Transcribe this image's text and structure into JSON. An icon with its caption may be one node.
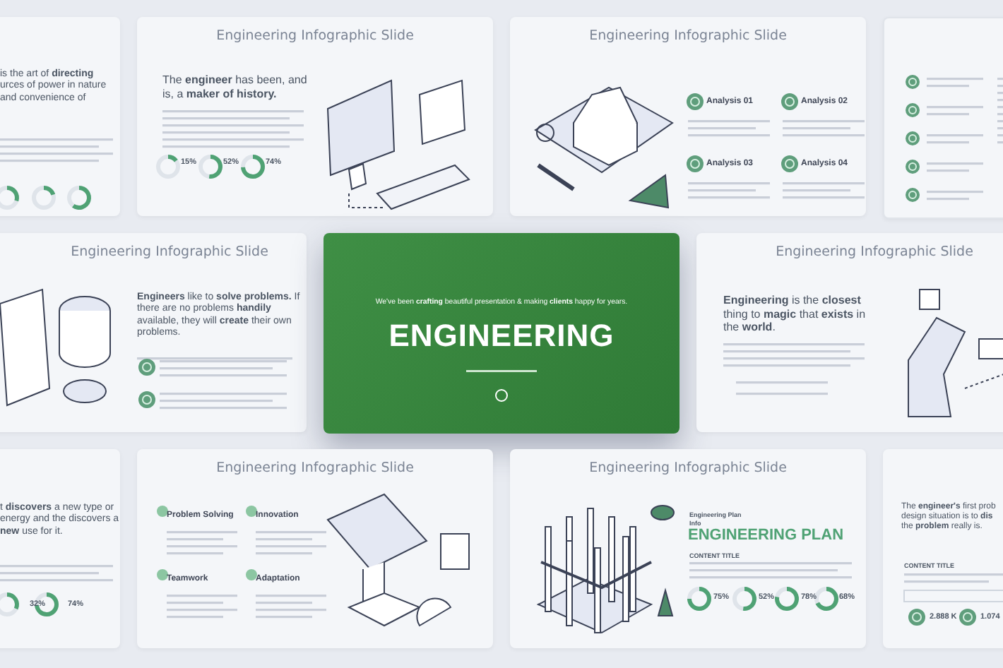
{
  "diagram": {
    "nodes": [
      {
        "text": [
          "is the art of **directing** urces of power in nature and convenience of"
        ]
      },
      {
        "text": [
          "Engineering Infographic Slide",
          "The **engineer** has been, and is, a **maker of history.**",
          "15%",
          "52%",
          "74%"
        ]
      },
      {
        "text": [
          "Engineering Infographic Slide",
          "Analysis 01",
          "Analysis 02",
          "Analysis 03",
          "Analysis 04"
        ]
      },
      {
        "text": [],
        "shape": "box"
      },
      {
        "text": [
          "Engineering Infographic Slide",
          "**Engineers** like to **solve problems.** If there are no problems **handily** available, they will **create** their own problems."
        ]
      },
      {
        "text": [
          "We've been **crafting** beautiful presentation & making **clients** happy for years.",
          "ENGINEERING"
        ]
      },
      {
        "text": [
          "Engineering Infographic Slide",
          "**Engineering** is the **closest** thing to **magic** that **exists** in the **world**."
        ]
      },
      {
        "text": [
          "t **discovers** a new type or energy and the discovers a **new** use for it.",
          "32%",
          "74%"
        ]
      },
      {
        "text": [
          "Engineering Infographic Slide",
          "Problem Solving",
          "Innovation",
          "Teamwork",
          "Adaptation"
        ]
      },
      {
        "text": [
          "Engineering Infographic Slide",
          "Engineering Plan",
          "Info",
          "ENGINEERING PLAN",
          "CONTENT TITLE",
          "75%",
          "52%",
          "78%",
          "68%"
        ]
      },
      {
        "text": [
          "The **engineer's** first prob design situation is to **dis** the **problem** really is.",
          "CONTENT TITLE",
          "2.888 K",
          "1.074"
        ]
      }
    ]
  }
}
